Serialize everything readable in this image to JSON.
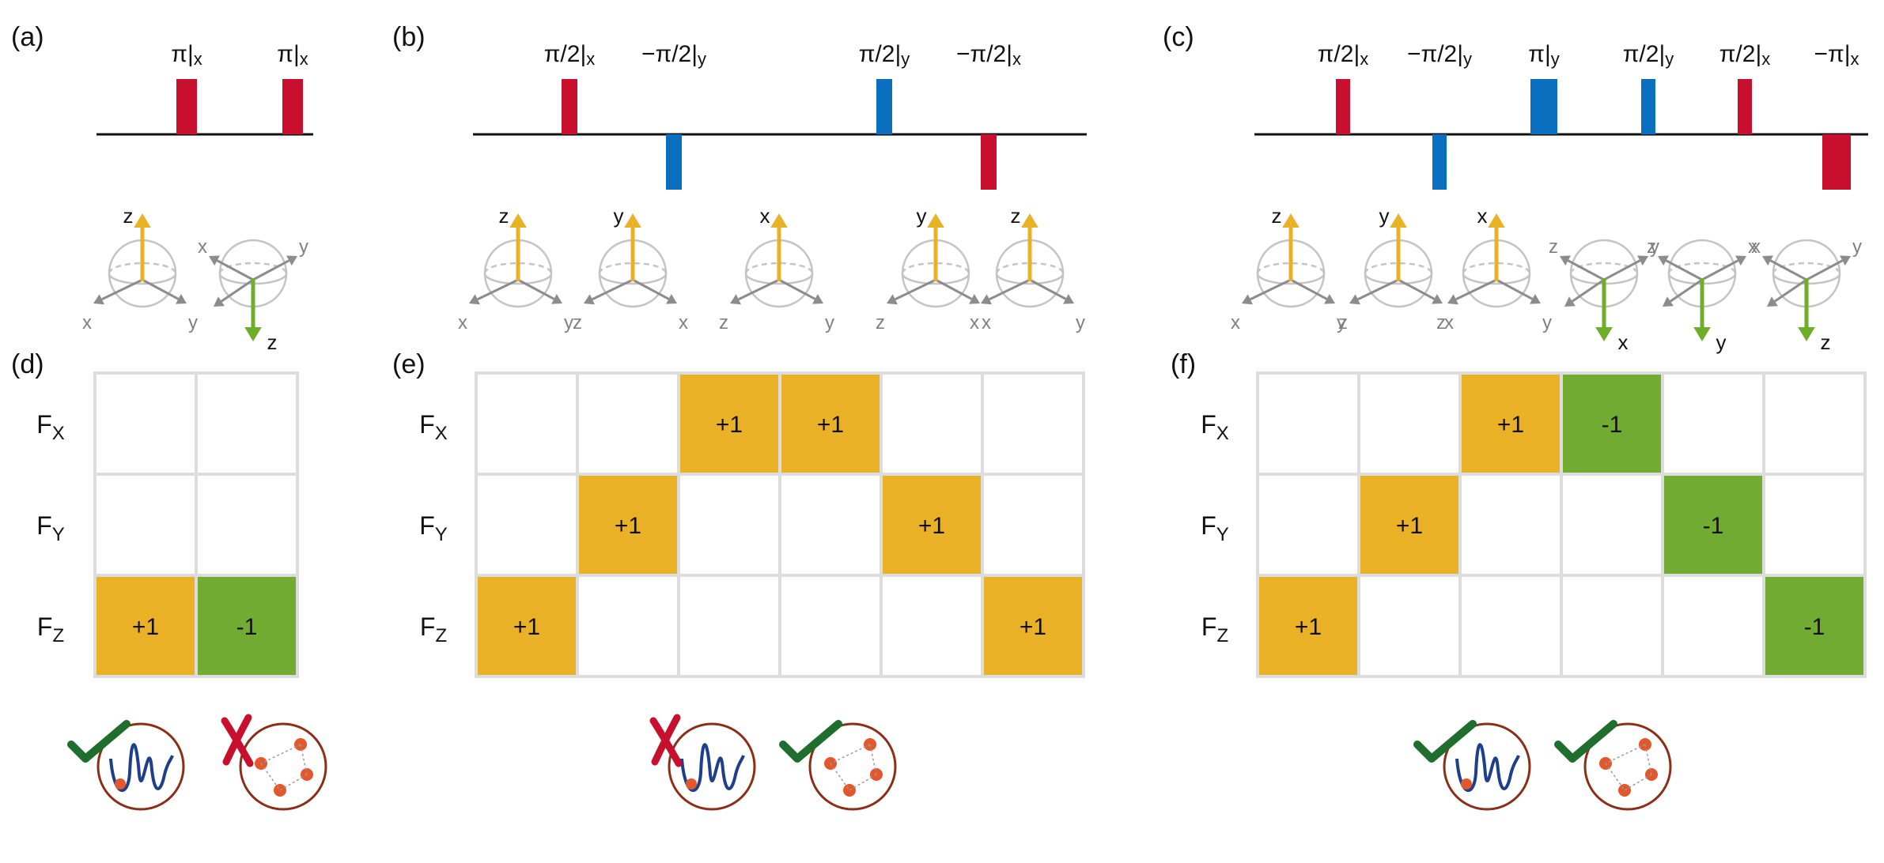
{
  "colors": {
    "pulse_x": "#C8102E",
    "pulse_y": "#0A6FBF",
    "arrow_up": "#E9B126",
    "arrow_down": "#6FAE2B",
    "cell_pos": "#EAB126",
    "cell_neg": "#72AB31",
    "grid": "#DCDCDC",
    "axis_gray": "#8C8C8C",
    "check": "#1F6E2E",
    "cross": "#C8102E",
    "circle": "#8B2E16",
    "wave": "#1E3F8A",
    "atom": "#E2572B"
  },
  "panels": [
    {
      "label": "(a)",
      "pulses": [
        {
          "text": "π|x",
          "axis": "x",
          "dir": 1
        },
        {
          "text": "π|x",
          "axis": "x",
          "dir": 1
        }
      ],
      "spheres": [
        {
          "up": "z",
          "a": "x",
          "b": "y",
          "dir": 1
        },
        {
          "up": "z",
          "a": "x",
          "b": "y",
          "dir": -1
        }
      ]
    },
    {
      "label": "(b)",
      "pulses": [
        {
          "text": "π/2|x",
          "axis": "x",
          "dir": 1
        },
        {
          "text": "−π/2|y",
          "axis": "y",
          "dir": -1
        },
        {
          "text": "π/2|y",
          "axis": "y",
          "dir": 1
        },
        {
          "text": "−π/2|x",
          "axis": "x",
          "dir": -1
        }
      ],
      "spheres": [
        {
          "up": "z",
          "a": "x",
          "b": "y",
          "dir": 1
        },
        {
          "up": "y",
          "a": "z",
          "b": "x",
          "dir": 1
        },
        {
          "up": "x",
          "a": "z",
          "b": "y",
          "dir": 1
        },
        {
          "up": "y",
          "a": "z",
          "b": "x",
          "dir": 1
        },
        {
          "up": "z",
          "a": "x",
          "b": "y",
          "dir": 1
        }
      ]
    },
    {
      "label": "(c)",
      "pulses": [
        {
          "text": "π/2|x",
          "axis": "x",
          "dir": 1
        },
        {
          "text": "−π/2|y",
          "axis": "y",
          "dir": -1
        },
        {
          "text": "π|y",
          "axis": "y",
          "dir": 1
        },
        {
          "text": "π/2|y",
          "axis": "y",
          "dir": 1
        },
        {
          "text": "π/2|x",
          "axis": "x",
          "dir": 1
        },
        {
          "text": "−π|x",
          "axis": "x",
          "dir": -1
        }
      ],
      "spheres": [
        {
          "up": "z",
          "a": "x",
          "b": "y",
          "dir": 1
        },
        {
          "up": "y",
          "a": "z",
          "b": "x",
          "dir": 1
        },
        {
          "up": "x",
          "a": "z",
          "b": "y",
          "dir": 1
        },
        {
          "up": "x",
          "a": "z",
          "b": "y",
          "dir": -1
        },
        {
          "up": "y",
          "a": "z",
          "b": "x",
          "dir": -1
        },
        {
          "up": "z",
          "a": "x",
          "b": "y",
          "dir": -1
        }
      ]
    }
  ],
  "tables": [
    {
      "label": "(d)",
      "rows": [
        {
          "sym": "F",
          "sub": "X"
        },
        {
          "sym": "F",
          "sub": "Y"
        },
        {
          "sym": "F",
          "sub": "Z"
        }
      ],
      "cells": [
        [
          "",
          ""
        ],
        [
          "",
          ""
        ],
        [
          "+1",
          "-1"
        ]
      ],
      "marks": [
        "check",
        "cross"
      ]
    },
    {
      "label": "(e)",
      "rows": [
        {
          "sym": "F",
          "sub": "X"
        },
        {
          "sym": "F",
          "sub": "Y"
        },
        {
          "sym": "F",
          "sub": "Z"
        }
      ],
      "cells": [
        [
          "",
          "",
          "+1",
          "+1",
          "",
          ""
        ],
        [
          "",
          "+1",
          "",
          "",
          "+1",
          ""
        ],
        [
          "+1",
          "",
          "",
          "",
          "",
          "+1"
        ]
      ],
      "marks": [
        "cross",
        "check"
      ]
    },
    {
      "label": "(f)",
      "rows": [
        {
          "sym": "F",
          "sub": "X"
        },
        {
          "sym": "F",
          "sub": "Y"
        },
        {
          "sym": "F",
          "sub": "Z"
        }
      ],
      "cells": [
        [
          "",
          "",
          "+1",
          "-1",
          "",
          ""
        ],
        [
          "",
          "+1",
          "",
          "",
          "-1",
          ""
        ],
        [
          "+1",
          "",
          "",
          "",
          "",
          "-1"
        ]
      ],
      "marks": [
        "check",
        "check"
      ]
    }
  ]
}
